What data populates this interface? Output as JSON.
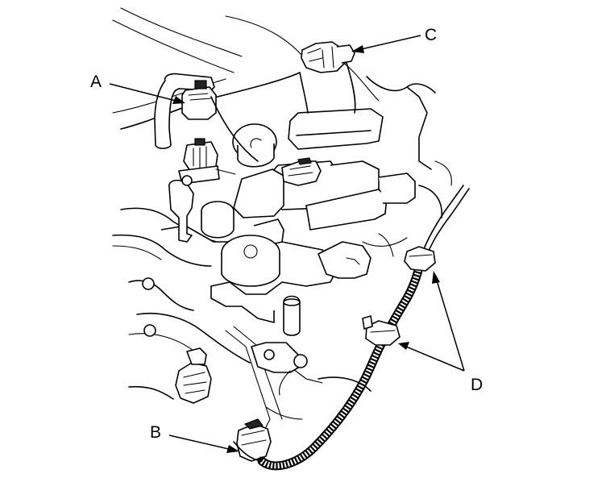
{
  "callouts": {
    "a": {
      "label": "A"
    },
    "b": {
      "label": "B"
    },
    "c": {
      "label": "C"
    },
    "d": {
      "label": "D"
    }
  }
}
